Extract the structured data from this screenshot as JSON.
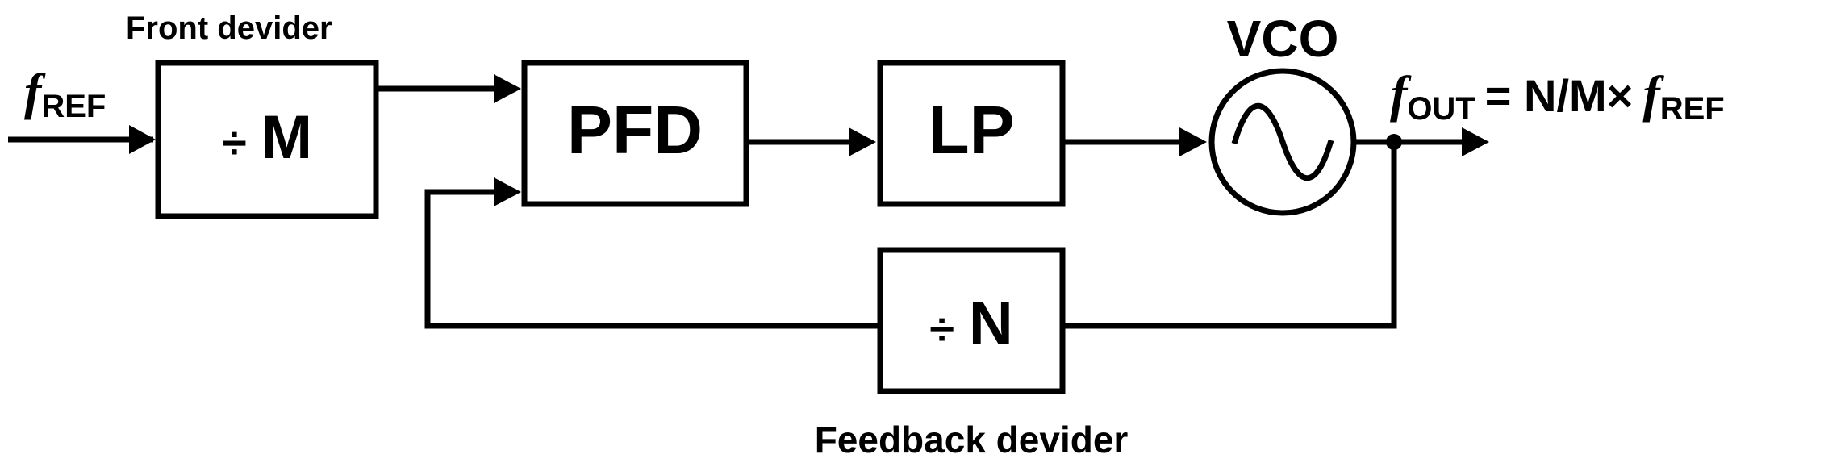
{
  "labels": {
    "front_divider": "Front devider",
    "feedback_divider": "Feedback devider",
    "vco": "VCO"
  },
  "blocks": {
    "front_divider_symbol": "÷",
    "front_divider_value": "M",
    "pfd": "PFD",
    "lp": "LP",
    "feedback_divider_symbol": "÷",
    "feedback_divider_value": "N"
  },
  "signals": {
    "input_f": "f",
    "input_sub": "REF",
    "output_f": "f",
    "output_sub": "OUT",
    "output_eq": "= N/M×",
    "output_ref_f": "f",
    "output_ref_sub": "REF"
  },
  "icons": {
    "vco_symbol": "sine-wave-icon"
  },
  "colors": {
    "stroke": "#000000",
    "background": "#ffffff"
  }
}
